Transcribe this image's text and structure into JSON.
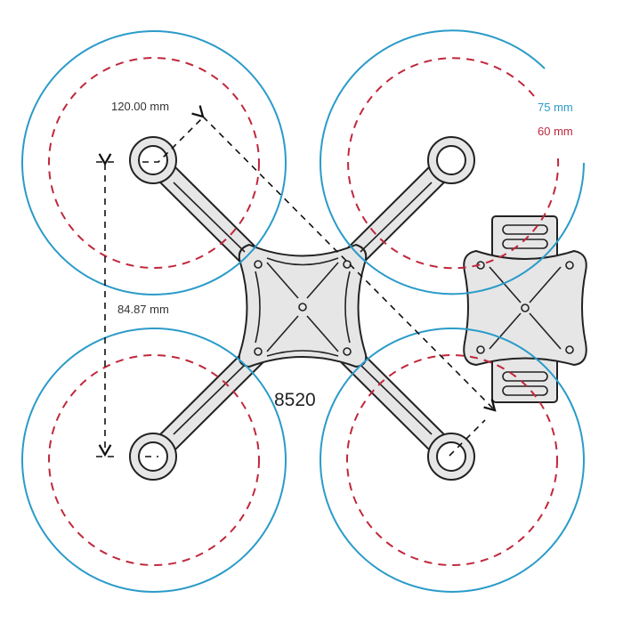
{
  "model_label": "8520",
  "dimensions": {
    "diagonal": "120.00 mm",
    "side": "84.87 mm"
  },
  "legend": [
    {
      "label": "75 mm",
      "color": "#2a9bc9"
    },
    {
      "label": "60 mm",
      "color": "#c0283c"
    }
  ]
}
